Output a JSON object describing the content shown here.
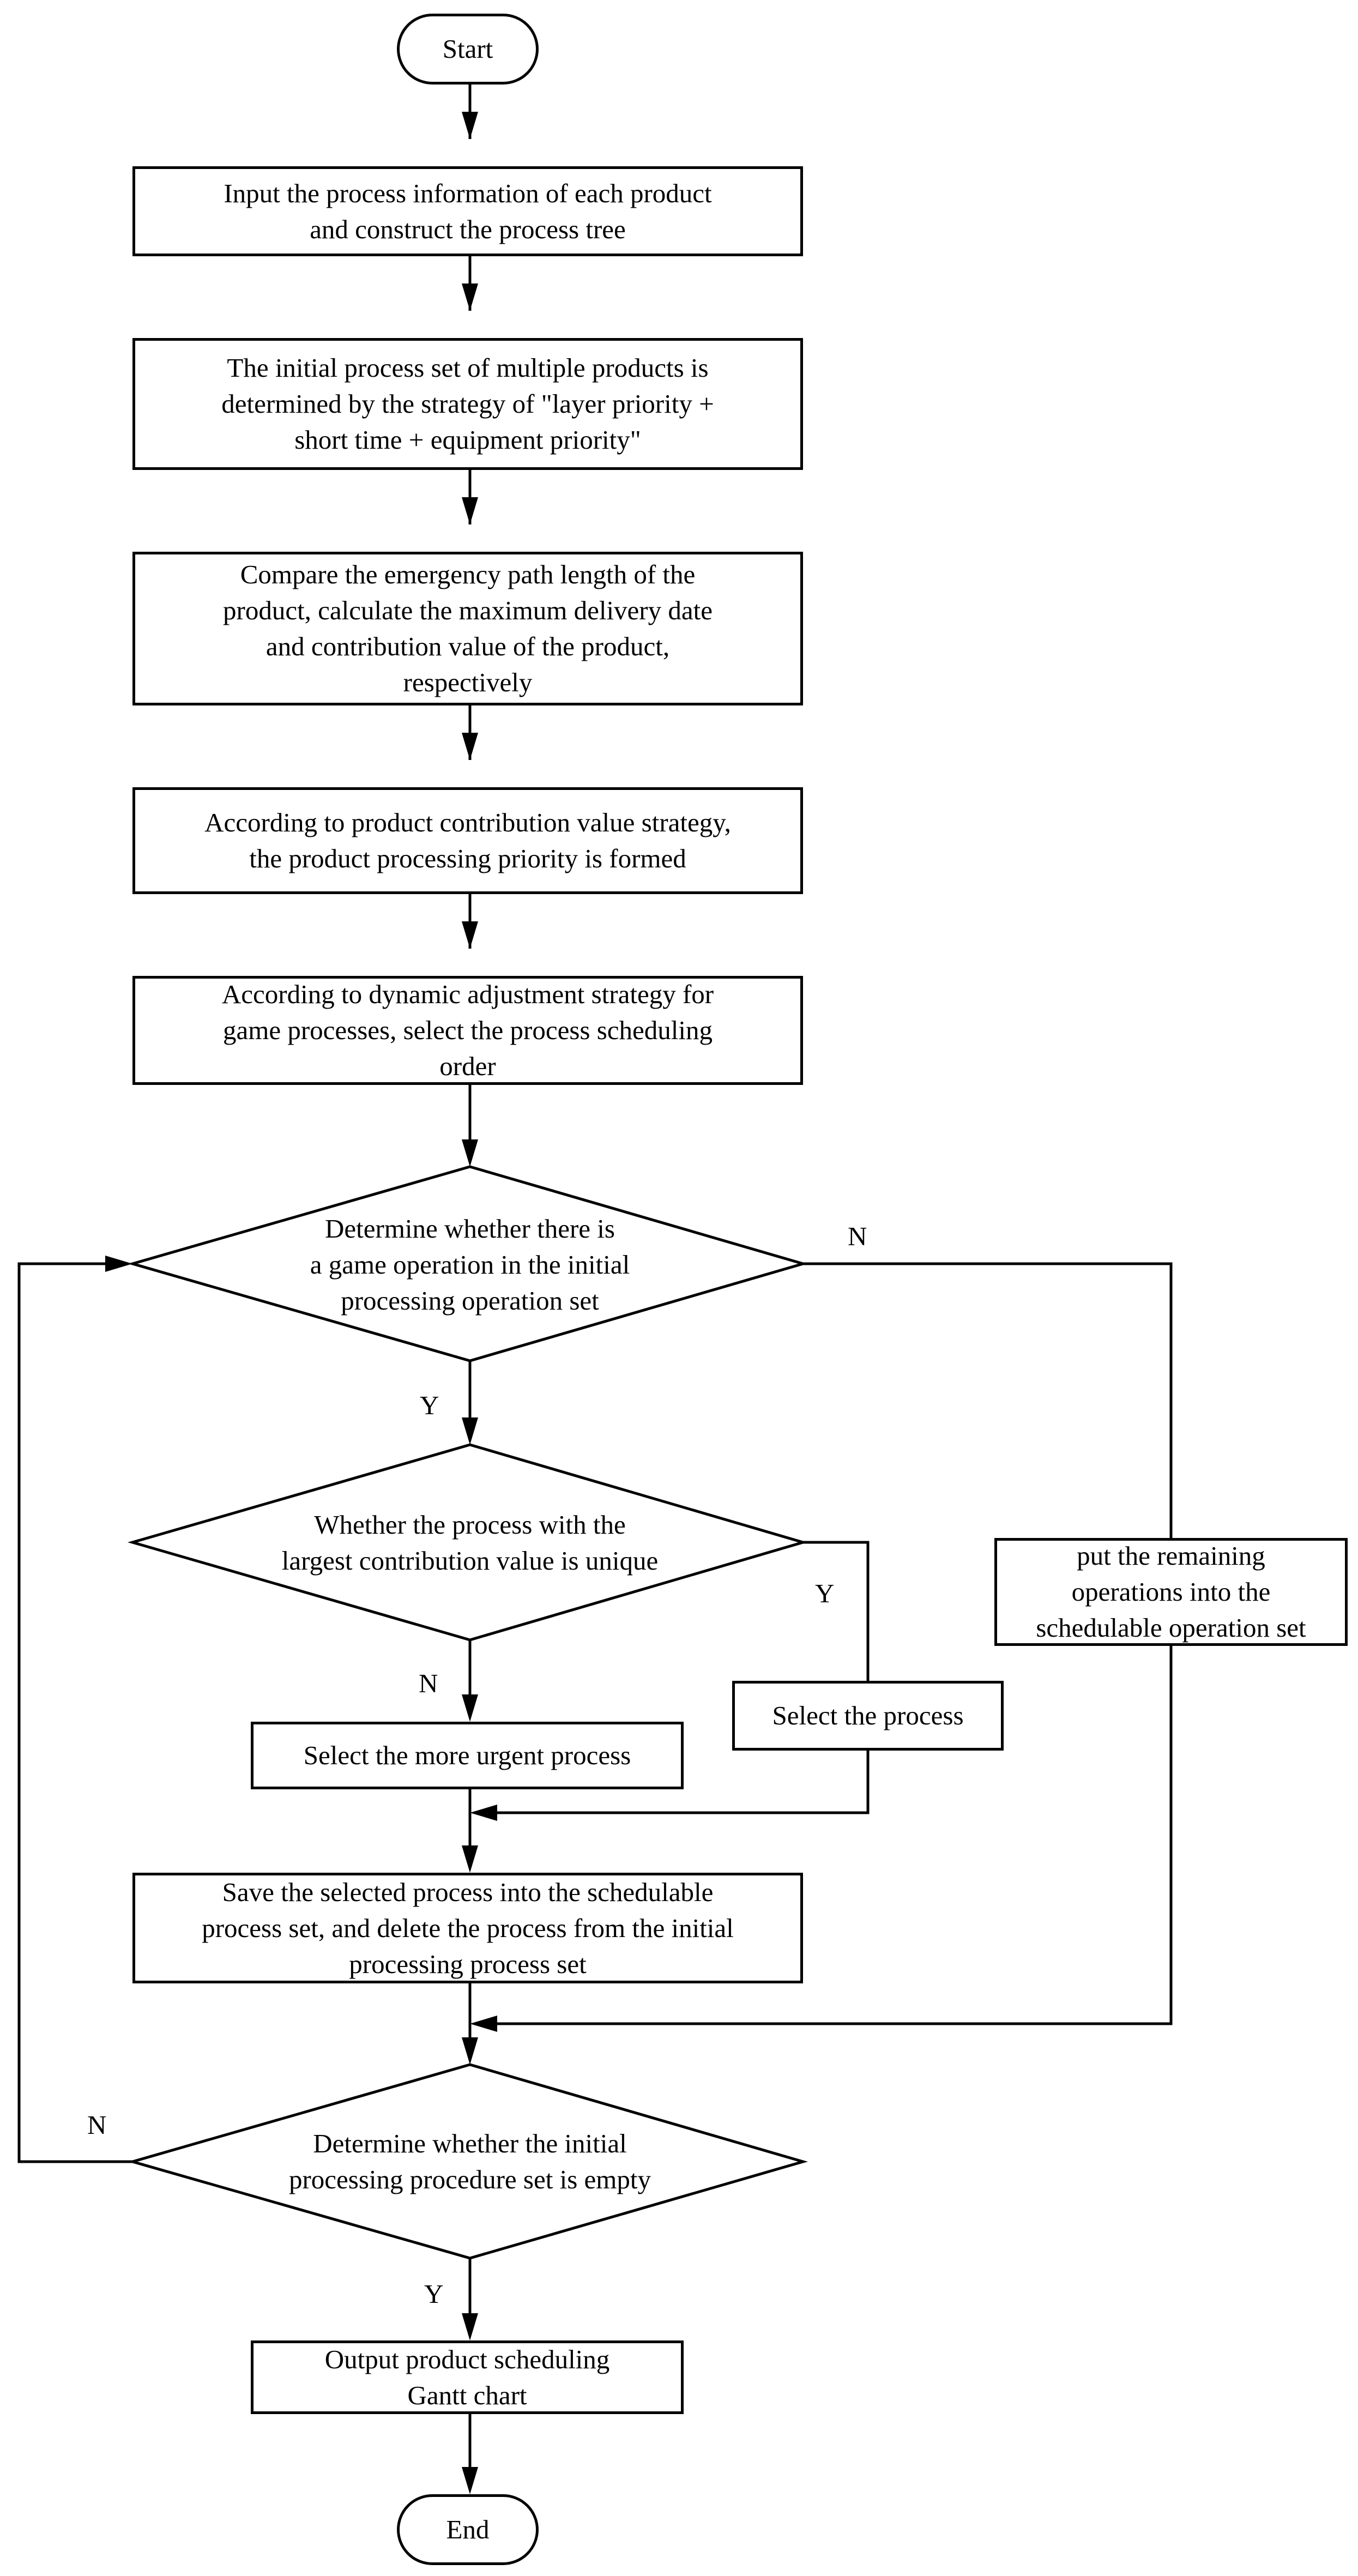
{
  "flowchart": {
    "start": "Start",
    "end": "End",
    "step_input": "Input the process information of each product\nand construct the process tree",
    "step_initial_set": "The initial process set of multiple products is\ndetermined by the strategy of \"layer priority +\nshort time + equipment priority\"",
    "step_compare": "Compare the emergency path length  of the\nproduct, calculate the maximum delivery date\nand contribution value  of the product,\nrespectively",
    "step_priority": "According to product contribution value strategy,\nthe product processing priority is formed",
    "step_dynamic": "According to dynamic adjustment strategy for\ngame processes, select the process scheduling\norder",
    "decision_game_op": "Determine whether there is\na game operation in the initial\nprocessing operation set",
    "decision_unique": "Whether the process with the\nlargest contribution value is unique",
    "step_more_urgent": "Select the more urgent process",
    "step_select": "Select the process",
    "step_remaining": "put the remaining\noperations into the\nschedulable operation set",
    "step_save": "Save the selected process into the schedulable\nprocess set, and delete the process from the initial\nprocessing process set",
    "decision_empty": "Determine whether the initial\nprocessing procedure set is empty",
    "step_output": "Output product scheduling\nGantt chart"
  },
  "labels": {
    "game_no": "N",
    "game_yes": "Y",
    "unique_yes": "Y",
    "unique_no": "N",
    "empty_no": "N",
    "empty_yes": "Y"
  }
}
